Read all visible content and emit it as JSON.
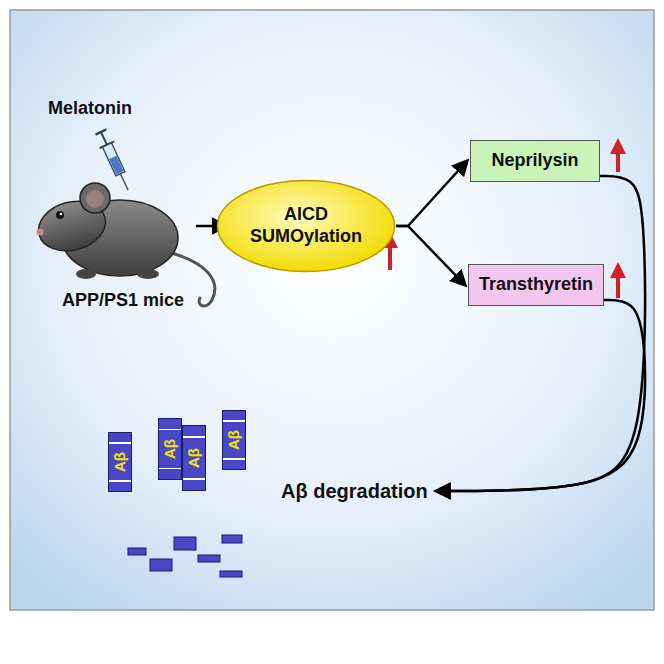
{
  "diagram": {
    "nodes": [
      {
        "text": [
          "AICD SUMOylation"
        ]
      },
      {
        "text": [
          "Neprilysin"
        ]
      },
      {
        "text": [
          "Transthyretin"
        ]
      },
      {
        "text": [
          "Aβ"
        ]
      },
      {
        "text": [
          "Aβ"
        ]
      },
      {
        "text": [
          "Aβ"
        ]
      },
      {
        "text": [
          "Aβ"
        ]
      },
      {
        "text": [
          "Aβ degradation"
        ]
      }
    ],
    "edges": [
      {
        "from": 0,
        "to": 1,
        "arrow": "to"
      },
      {
        "from": 0,
        "to": 2,
        "arrow": "to"
      },
      {
        "from": 1,
        "to": 7,
        "arrow": "to"
      },
      {
        "from": 2,
        "to": 7,
        "arrow": "to"
      }
    ],
    "labels": [
      "Melatonin",
      "APP/PS1 mice"
    ]
  }
}
